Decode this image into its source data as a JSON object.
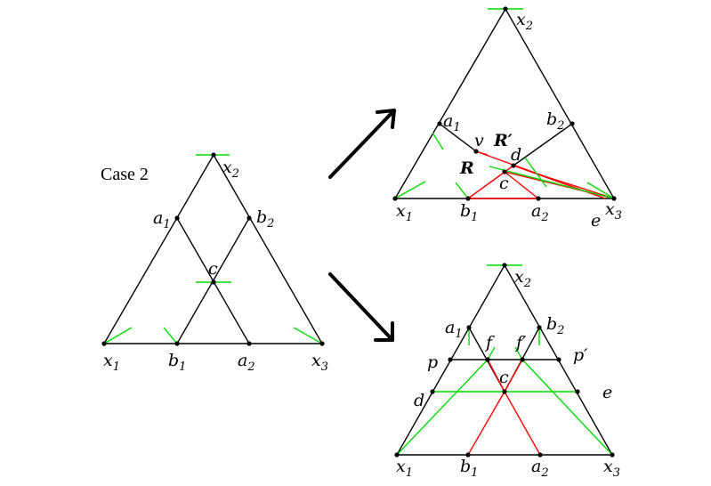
{
  "caption": "Case 2",
  "left_diagram": {
    "labels": {
      "x1": "x",
      "x1_sub": "1",
      "x2": "x",
      "x2_sub": "2",
      "x3": "x",
      "x3_sub": "3",
      "a1": "a",
      "a1_sub": "1",
      "b1": "b",
      "b1_sub": "1",
      "a2": "a",
      "a2_sub": "2",
      "b2": "b",
      "b2_sub": "2",
      "c": "c"
    }
  },
  "top_right_diagram": {
    "labels": {
      "x1": "x",
      "x1_sub": "1",
      "x2": "x",
      "x2_sub": "2",
      "x3": "x",
      "x3_sub": "3",
      "a1": "a",
      "a1_sub": "1",
      "b1": "b",
      "b1_sub": "1",
      "a2": "a",
      "a2_sub": "2",
      "b2": "b",
      "b2_sub": "2",
      "c": "c",
      "d": "d",
      "e": "e",
      "v": "v",
      "R": "R",
      "R_prime": "R′"
    }
  },
  "bottom_right_diagram": {
    "labels": {
      "x1": "x",
      "x1_sub": "1",
      "x2": "x",
      "x2_sub": "2",
      "x3": "x",
      "x3_sub": "3",
      "a1": "a",
      "a1_sub": "1",
      "b1": "b",
      "b1_sub": "1",
      "a2": "a",
      "a2_sub": "2",
      "b2": "b",
      "b2_sub": "2",
      "c": "c",
      "d": "d",
      "e": "e",
      "f": "f",
      "f_prime": "f′",
      "p": "p",
      "p_prime": "p′"
    }
  },
  "colors": {
    "edges": "#000000",
    "highlight_red": "#ff0000",
    "highlight_green": "#00dd00"
  }
}
